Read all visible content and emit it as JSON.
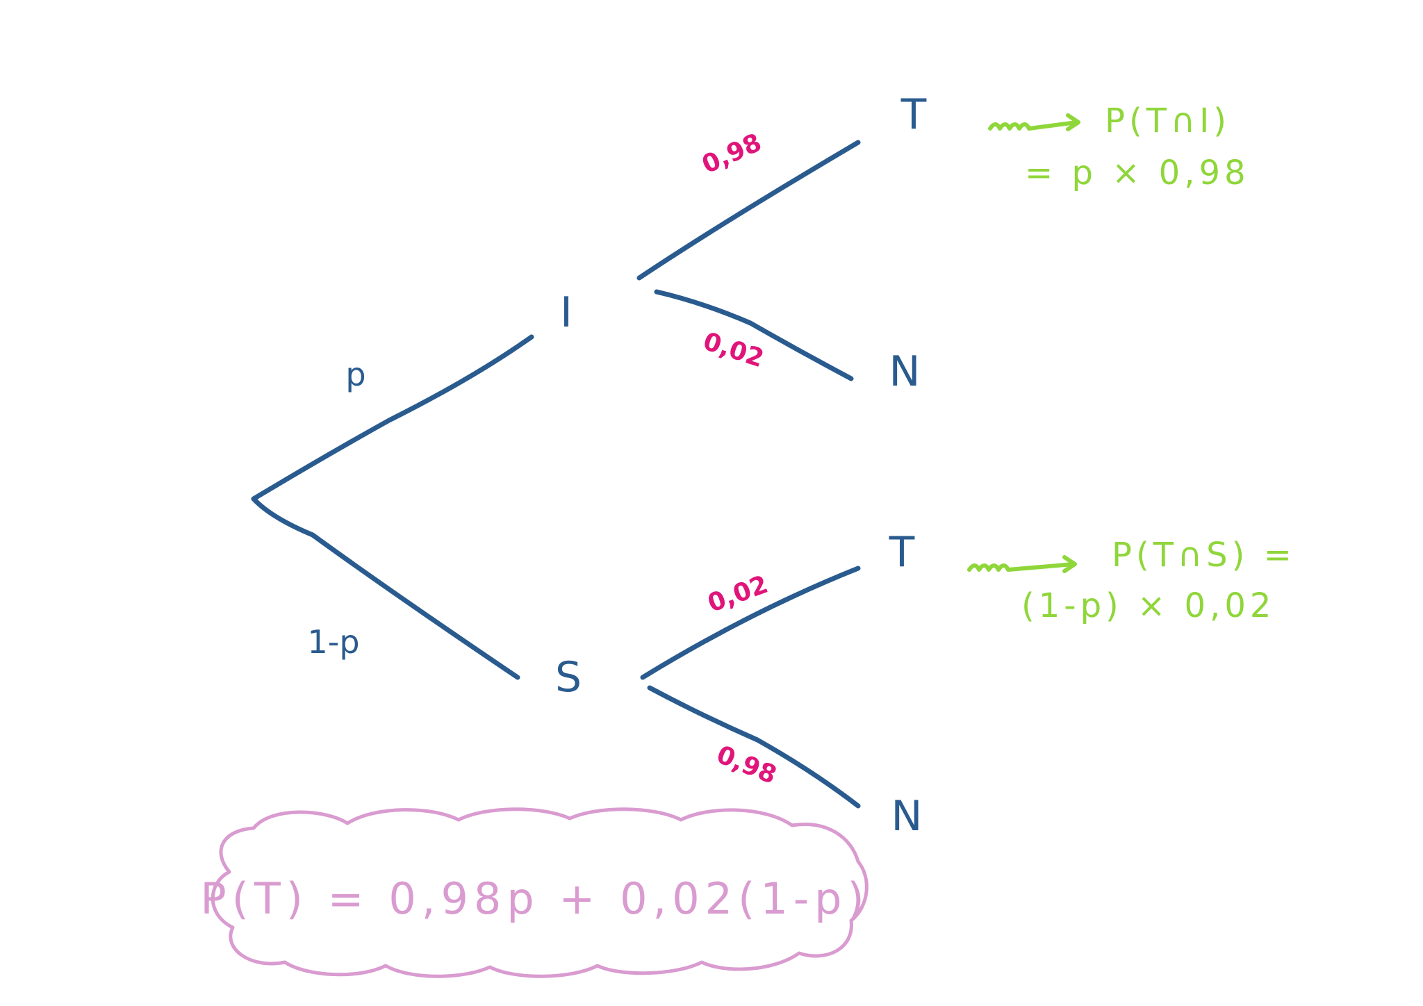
{
  "tree": {
    "nodes": {
      "infected": "I",
      "healthy": "S",
      "test_positive_1": "T",
      "test_negative_1": "N",
      "test_positive_2": "T",
      "test_negative_2": "N"
    },
    "edges": {
      "root_to_infected": "p",
      "root_to_healthy": "1-p",
      "infected_to_positive": "0,98",
      "infected_to_negative": "0,02",
      "healthy_to_positive": "0,02",
      "healthy_to_negative": "0,98"
    }
  },
  "notes": {
    "top": {
      "line1": "P(T∩I)",
      "line2": "= p × 0,98"
    },
    "bottom": {
      "line1": "P(T∩S) =",
      "line2": "(1-p) × 0,02"
    }
  },
  "formula": "P(T) = 0,98p + 0,02(1-p)",
  "colors": {
    "tree": "#2a5b8f",
    "probabilities": "#e0157a",
    "notes": "#8fd63a",
    "formula": "#d99bd0"
  }
}
